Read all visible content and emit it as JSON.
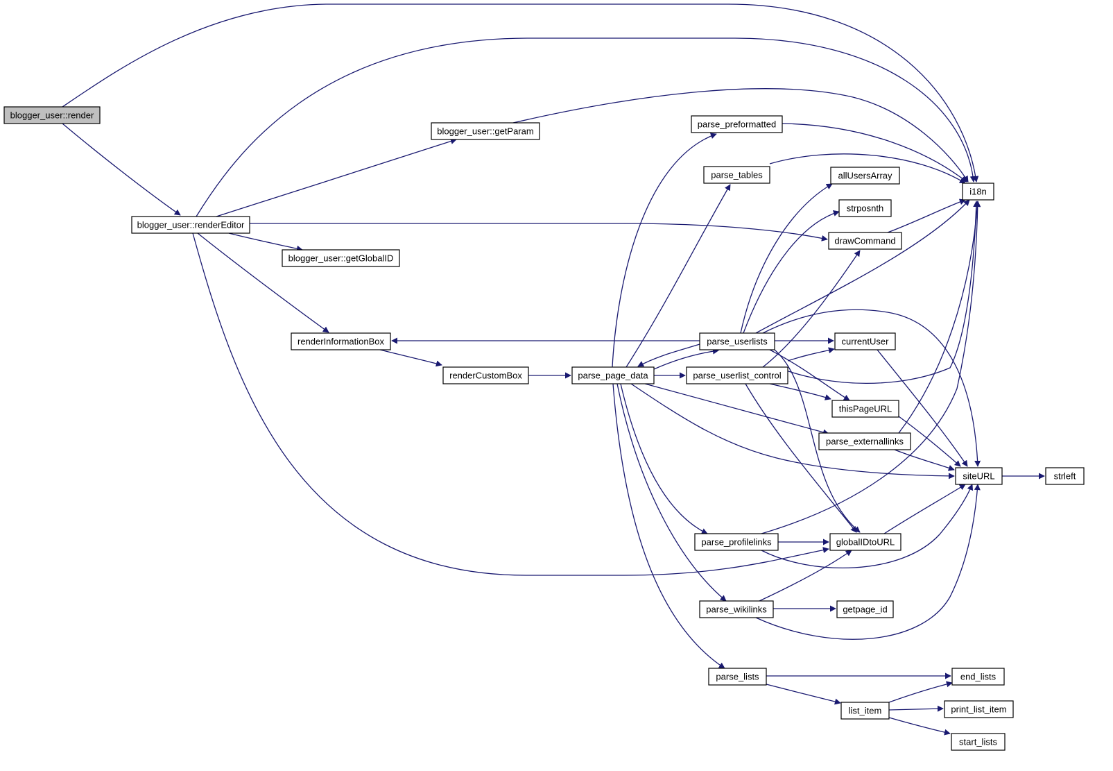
{
  "graph": {
    "colors": {
      "edge": "#191970",
      "root_fill": "#bfbfbf",
      "node_fill": "#ffffff",
      "border": "#000000"
    },
    "nodes": [
      {
        "id": "render",
        "label": "blogger_user::render",
        "root": true
      },
      {
        "id": "renderEditor",
        "label": "blogger_user::renderEditor"
      },
      {
        "id": "getParam",
        "label": "blogger_user::getParam"
      },
      {
        "id": "getGlobalID",
        "label": "blogger_user::getGlobalID"
      },
      {
        "id": "renderInformationBox",
        "label": "renderInformationBox"
      },
      {
        "id": "renderCustomBox",
        "label": "renderCustomBox"
      },
      {
        "id": "parse_page_data",
        "label": "parse_page_data"
      },
      {
        "id": "parse_preformatted",
        "label": "parse_preformatted"
      },
      {
        "id": "parse_tables",
        "label": "parse_tables"
      },
      {
        "id": "parse_userlists",
        "label": "parse_userlists"
      },
      {
        "id": "parse_userlist_control",
        "label": "parse_userlist_control"
      },
      {
        "id": "parse_profilelinks",
        "label": "parse_profilelinks"
      },
      {
        "id": "parse_wikilinks",
        "label": "parse_wikilinks"
      },
      {
        "id": "parse_lists",
        "label": "parse_lists"
      },
      {
        "id": "allUsersArray",
        "label": "allUsersArray"
      },
      {
        "id": "strposnth",
        "label": "strposnth"
      },
      {
        "id": "drawCommand",
        "label": "drawCommand"
      },
      {
        "id": "currentUser",
        "label": "currentUser"
      },
      {
        "id": "thisPageURL",
        "label": "thisPageURL"
      },
      {
        "id": "parse_externallinks",
        "label": "parse_externallinks"
      },
      {
        "id": "globalIDtoURL",
        "label": "globalIDtoURL"
      },
      {
        "id": "getpage_id",
        "label": "getpage_id"
      },
      {
        "id": "list_item",
        "label": "list_item"
      },
      {
        "id": "i18n",
        "label": "i18n"
      },
      {
        "id": "siteURL",
        "label": "siteURL"
      },
      {
        "id": "strleft",
        "label": "strleft"
      },
      {
        "id": "end_lists",
        "label": "end_lists"
      },
      {
        "id": "print_list_item",
        "label": "print_list_item"
      },
      {
        "id": "start_lists",
        "label": "start_lists"
      }
    ],
    "edges": [
      {
        "from": "render",
        "to": "i18n"
      },
      {
        "from": "render",
        "to": "renderEditor"
      },
      {
        "from": "renderEditor",
        "to": "i18n"
      },
      {
        "from": "renderEditor",
        "to": "getParam"
      },
      {
        "from": "renderEditor",
        "to": "drawCommand"
      },
      {
        "from": "renderEditor",
        "to": "getGlobalID"
      },
      {
        "from": "renderEditor",
        "to": "renderInformationBox"
      },
      {
        "from": "renderEditor",
        "to": "globalIDtoURL"
      },
      {
        "from": "getParam",
        "to": "i18n"
      },
      {
        "from": "renderInformationBox",
        "to": "renderCustomBox"
      },
      {
        "from": "renderCustomBox",
        "to": "parse_page_data"
      },
      {
        "from": "parse_page_data",
        "to": "parse_preformatted"
      },
      {
        "from": "parse_page_data",
        "to": "parse_tables"
      },
      {
        "from": "parse_page_data",
        "to": "parse_userlists"
      },
      {
        "from": "parse_page_data",
        "to": "parse_userlist_control"
      },
      {
        "from": "parse_page_data",
        "to": "parse_externallinks"
      },
      {
        "from": "parse_page_data",
        "to": "siteURL"
      },
      {
        "from": "parse_page_data",
        "to": "parse_profilelinks"
      },
      {
        "from": "parse_page_data",
        "to": "parse_wikilinks"
      },
      {
        "from": "parse_page_data",
        "to": "parse_lists"
      },
      {
        "from": "parse_preformatted",
        "to": "i18n"
      },
      {
        "from": "parse_tables",
        "to": "i18n"
      },
      {
        "from": "parse_userlists",
        "to": "renderInformationBox"
      },
      {
        "from": "parse_userlists",
        "to": "parse_page_data"
      },
      {
        "from": "parse_userlists",
        "to": "allUsersArray"
      },
      {
        "from": "parse_userlists",
        "to": "strposnth"
      },
      {
        "from": "parse_userlists",
        "to": "i18n"
      },
      {
        "from": "parse_userlists",
        "to": "currentUser"
      },
      {
        "from": "parse_userlists",
        "to": "thisPageURL"
      },
      {
        "from": "parse_userlists",
        "to": "siteURL"
      },
      {
        "from": "parse_userlists",
        "to": "globalIDtoURL"
      },
      {
        "from": "parse_userlist_control",
        "to": "drawCommand"
      },
      {
        "from": "parse_userlist_control",
        "to": "currentUser"
      },
      {
        "from": "parse_userlist_control",
        "to": "i18n"
      },
      {
        "from": "parse_userlist_control",
        "to": "thisPageURL"
      },
      {
        "from": "parse_userlist_control",
        "to": "globalIDtoURL"
      },
      {
        "from": "drawCommand",
        "to": "i18n"
      },
      {
        "from": "currentUser",
        "to": "siteURL"
      },
      {
        "from": "thisPageURL",
        "to": "siteURL"
      },
      {
        "from": "parse_externallinks",
        "to": "i18n"
      },
      {
        "from": "parse_externallinks",
        "to": "siteURL"
      },
      {
        "from": "siteURL",
        "to": "strleft"
      },
      {
        "from": "parse_profilelinks",
        "to": "i18n"
      },
      {
        "from": "parse_profilelinks",
        "to": "globalIDtoURL"
      },
      {
        "from": "parse_profilelinks",
        "to": "siteURL"
      },
      {
        "from": "globalIDtoURL",
        "to": "siteURL"
      },
      {
        "from": "parse_wikilinks",
        "to": "globalIDtoURL"
      },
      {
        "from": "parse_wikilinks",
        "to": "getpage_id"
      },
      {
        "from": "parse_wikilinks",
        "to": "siteURL"
      },
      {
        "from": "parse_lists",
        "to": "end_lists"
      },
      {
        "from": "parse_lists",
        "to": "list_item"
      },
      {
        "from": "list_item",
        "to": "end_lists"
      },
      {
        "from": "list_item",
        "to": "print_list_item"
      },
      {
        "from": "list_item",
        "to": "start_lists"
      }
    ]
  }
}
